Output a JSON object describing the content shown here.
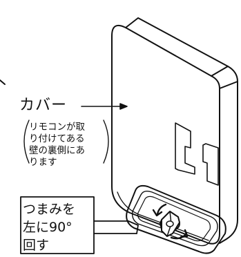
{
  "cover_label": "カバー",
  "cover_note": [
    "リモコンが取",
    "り付けてある",
    "壁の裏側にあ",
    "ります"
  ],
  "instruction": [
    "つまみを",
    "左に90°",
    "回す"
  ],
  "colors": {
    "stroke": "#111111",
    "background": "#ffffff"
  },
  "icons": [
    "rotation-arrow-left-icon",
    "rotation-arrow-right-icon",
    "knob-icon"
  ]
}
